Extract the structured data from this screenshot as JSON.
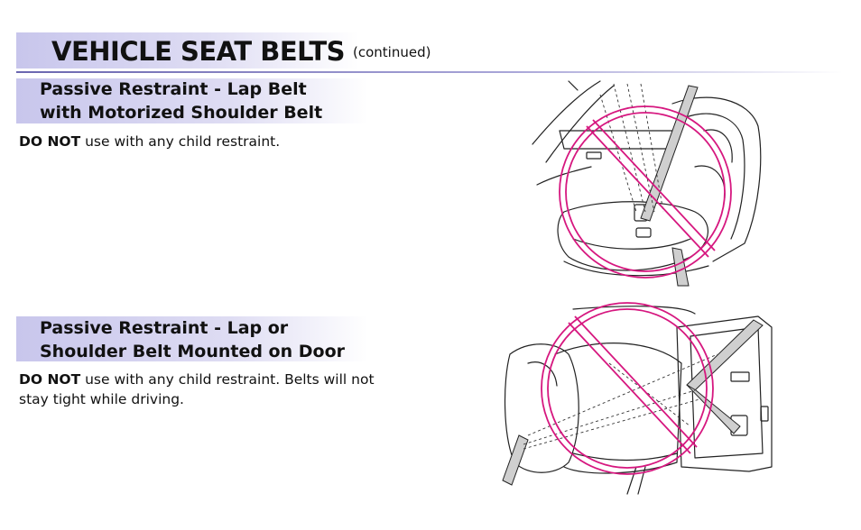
{
  "header": {
    "title": "VEHICLE SEAT BELTS",
    "subtitle": "(continued)"
  },
  "sections": [
    {
      "heading_line1": "Passive Restraint - Lap Belt",
      "heading_line2": "with Motorized Shoulder Belt",
      "warning": "DO NOT",
      "body": " use with any child restraint."
    },
    {
      "heading_line1": "Passive Restraint - Lap or",
      "heading_line2": "Shoulder Belt Mounted on Door",
      "warning": "DO NOT",
      "body": " use with any child restraint. Belts will not stay tight while driving."
    }
  ],
  "colors": {
    "accent_band": "#c8c6ec",
    "rule": "#6a66b0",
    "prohibition": "#d6177f"
  },
  "illustrations": [
    {
      "icon": "motorized-shoulder-belt-seat-prohibited-icon"
    },
    {
      "icon": "door-mounted-belt-seat-prohibited-icon"
    }
  ]
}
